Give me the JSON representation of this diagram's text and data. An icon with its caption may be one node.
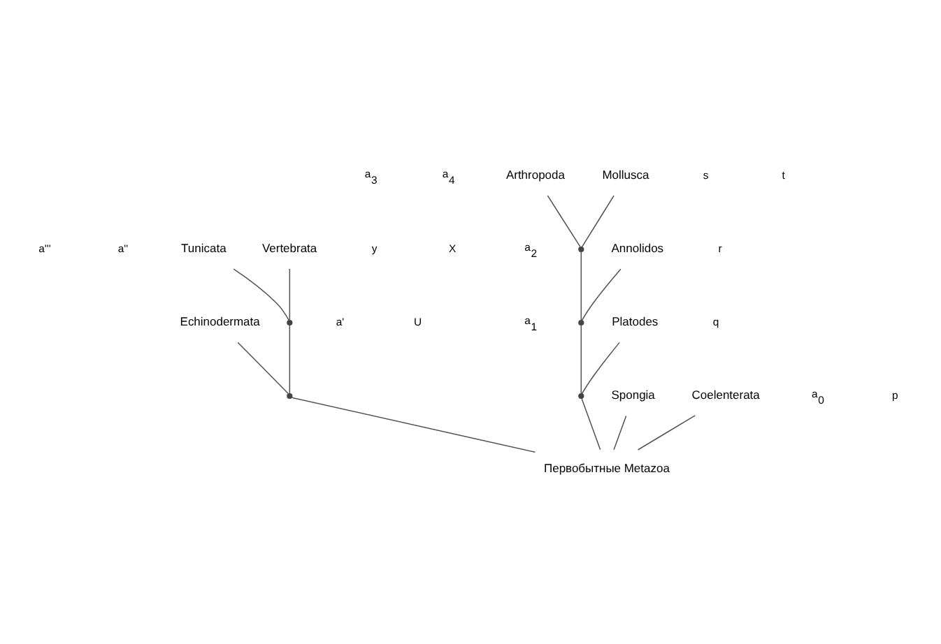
{
  "diagram": {
    "nodes": [
      {
        "text": [
          "Первобытные Metazoa"
        ]
      },
      {
        "text": [
          "Spongia"
        ]
      },
      {
        "text": [
          "Coelenterata"
        ]
      },
      {
        "text": [
          "Echinodermata"
        ]
      },
      {
        "text": [
          "Tunicata"
        ]
      },
      {
        "text": [
          "Vertebrata"
        ]
      },
      {
        "text": [
          "Platodes"
        ]
      },
      {
        "text": [
          "Annolidos"
        ]
      },
      {
        "text": [
          "Mollusca"
        ]
      },
      {
        "text": [
          "Arthropoda"
        ]
      },
      {
        "text": [],
        "shape": "point"
      },
      {
        "text": [],
        "shape": "point"
      },
      {
        "text": [],
        "shape": "point"
      },
      {
        "text": [],
        "shape": "point"
      },
      {
        "text": [],
        "shape": "point"
      }
    ],
    "edges": [
      {
        "from": 0,
        "to": 1,
        "arrow": "none"
      },
      {
        "from": 0,
        "to": 2,
        "arrow": "none"
      },
      {
        "from": 0,
        "to": 10,
        "arrow": "none"
      },
      {
        "from": 10,
        "to": 3,
        "arrow": "none"
      },
      {
        "from": 10,
        "to": 11,
        "arrow": "none"
      },
      {
        "from": 11,
        "to": 4,
        "arrow": "none"
      },
      {
        "from": 11,
        "to": 5,
        "arrow": "none"
      },
      {
        "from": 0,
        "to": 12,
        "arrow": "none"
      },
      {
        "from": 12,
        "to": 6,
        "arrow": "none"
      },
      {
        "from": 12,
        "to": 13,
        "arrow": "none"
      },
      {
        "from": 13,
        "to": 7,
        "arrow": "none"
      },
      {
        "from": 13,
        "to": 14,
        "arrow": "none"
      },
      {
        "from": 14,
        "to": 8,
        "arrow": "none"
      },
      {
        "from": 14,
        "to": 9,
        "arrow": "none"
      }
    ],
    "labels": [
      "a'''",
      "y",
      "a$_{4}$",
      "t",
      "a''",
      "X",
      "a$_{3}$",
      "s",
      "a$_{2}$",
      "r",
      "a'",
      "U",
      "a$_{1}$",
      "q",
      "a$_{0}$",
      "p"
    ]
  }
}
